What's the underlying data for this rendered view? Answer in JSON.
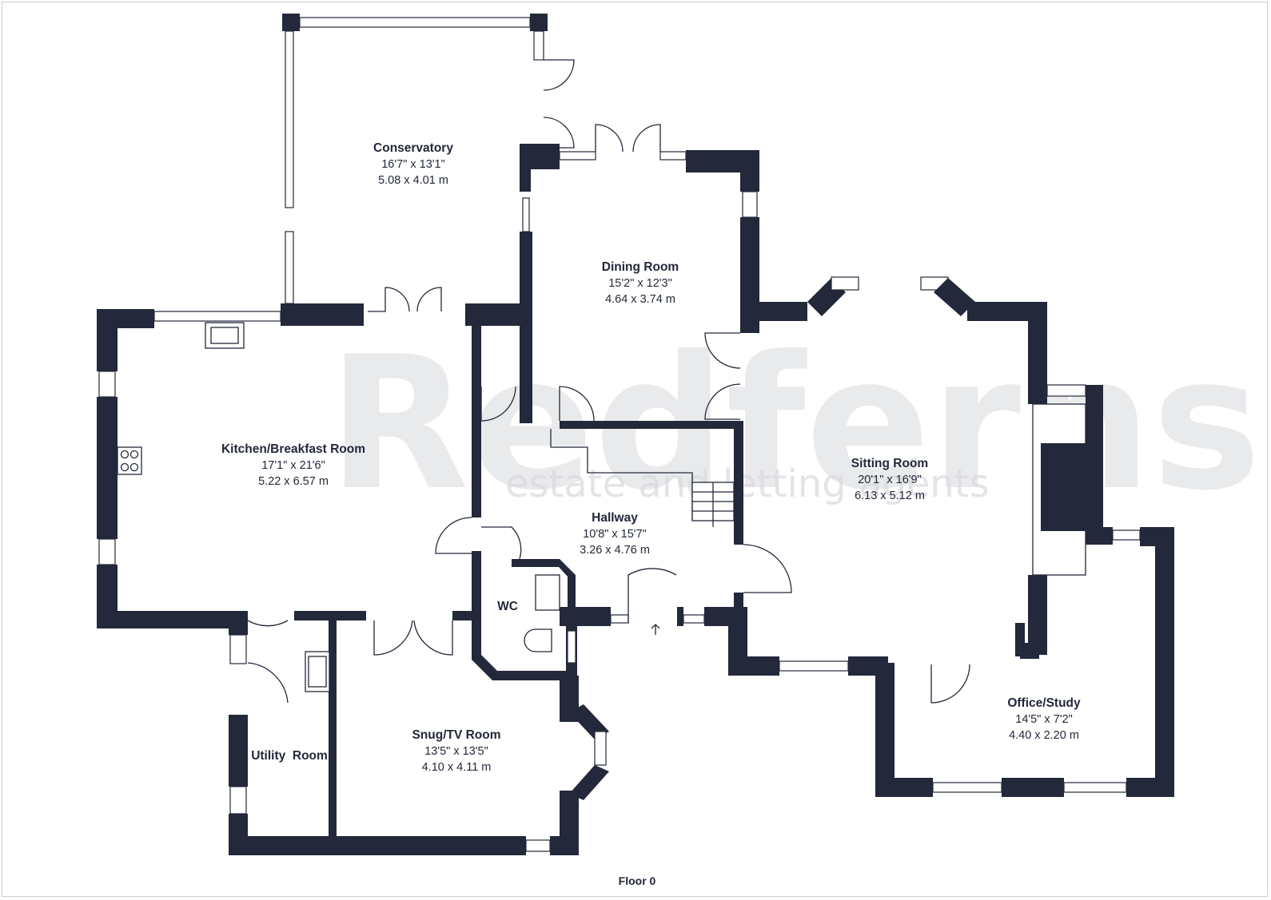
{
  "watermark": {
    "brand": "Redferns",
    "tagline": "estate and letting agents"
  },
  "floor_label": "Floor 0",
  "rooms": [
    {
      "name": "Conservatory",
      "imperial": "16'7\" x 13'1\"",
      "metric": "5.08 x 4.01 m"
    },
    {
      "name": "Dining Room",
      "imperial": "15'2\" x 12'3\"",
      "metric": "4.64 x 3.74 m"
    },
    {
      "name": "Kitchen/Breakfast Room",
      "imperial": "17'1\" x 21'6\"",
      "metric": "5.22 x 6.57 m"
    },
    {
      "name": "Sitting Room",
      "imperial": "20'1\" x 16'9\"",
      "metric": "6.13 x 5.12 m"
    },
    {
      "name": "Hallway",
      "imperial": "10'8\" x 15'7\"",
      "metric": "3.26 x 4.76 m"
    },
    {
      "name": "WC",
      "imperial": "",
      "metric": ""
    },
    {
      "name": "Snug/TV Room",
      "imperial": "13'5\" x 13'5\"",
      "metric": "4.10 x 4.11 m"
    },
    {
      "name": "Utility  Room",
      "imperial": "",
      "metric": ""
    },
    {
      "name": "Office/Study",
      "imperial": "14'5\" x 7'2\"",
      "metric": "4.40 x 2.20 m"
    }
  ],
  "colors": {
    "wall": "#23283a",
    "watermark": "#d8d9dd",
    "background": "#ffffff"
  }
}
